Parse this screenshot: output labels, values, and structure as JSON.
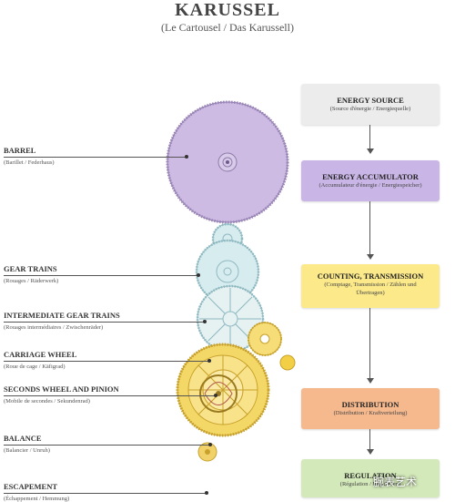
{
  "header": {
    "title": "KARUSSEL",
    "subtitle": "(Le Cartousel / Das Karussell)"
  },
  "components": [
    {
      "name": "BARREL",
      "sub": "(Barillet / Federhaus)"
    },
    {
      "name": "GEAR TRAINS",
      "sub": "(Rouages / Räderwerk)"
    },
    {
      "name": "INTERMEDIATE GEAR TRAINS",
      "sub": "(Rouages intermédiaires / Zwischenräder)"
    },
    {
      "name": "CARRIAGE WHEEL",
      "sub": "(Roue de cage / Käfigrad)"
    },
    {
      "name": "SECONDS WHEEL AND PINION",
      "sub": "(Mobile de secondes / Sekundenrad)"
    },
    {
      "name": "BALANCE",
      "sub": "(Balancier / Unruh)"
    },
    {
      "name": "ESCAPEMENT",
      "sub": "(Échappement / Hemmung)"
    }
  ],
  "flow": [
    {
      "title": "ENERGY SOURCE",
      "sub": "(Source d'énergie / Energiequelle)",
      "color": "#ececec"
    },
    {
      "title": "ENERGY ACCUMULATOR",
      "sub": "(Accumulateur d'énergie / Energiespeicher)",
      "color": "#c9b6e6"
    },
    {
      "title": "COUNTING, TRANSMISSION",
      "sub": "(Comptage, Transmission / Zählen und Übertragen)",
      "color": "#fbe98a"
    },
    {
      "title": "DISTRIBUTION",
      "sub": "(Distribution / Kraftverteilung)",
      "color": "#f6b98e"
    },
    {
      "title": "REGULATION",
      "sub": "(Régulation / Regulieren)",
      "color": "#d3e9b9"
    }
  ],
  "watermark": "腕表艺术",
  "colors": {
    "barrel": "#cdbbe3",
    "gear_train": "#cfe6ea",
    "carriage": "#f3d25c",
    "balance": "#e8c040"
  }
}
